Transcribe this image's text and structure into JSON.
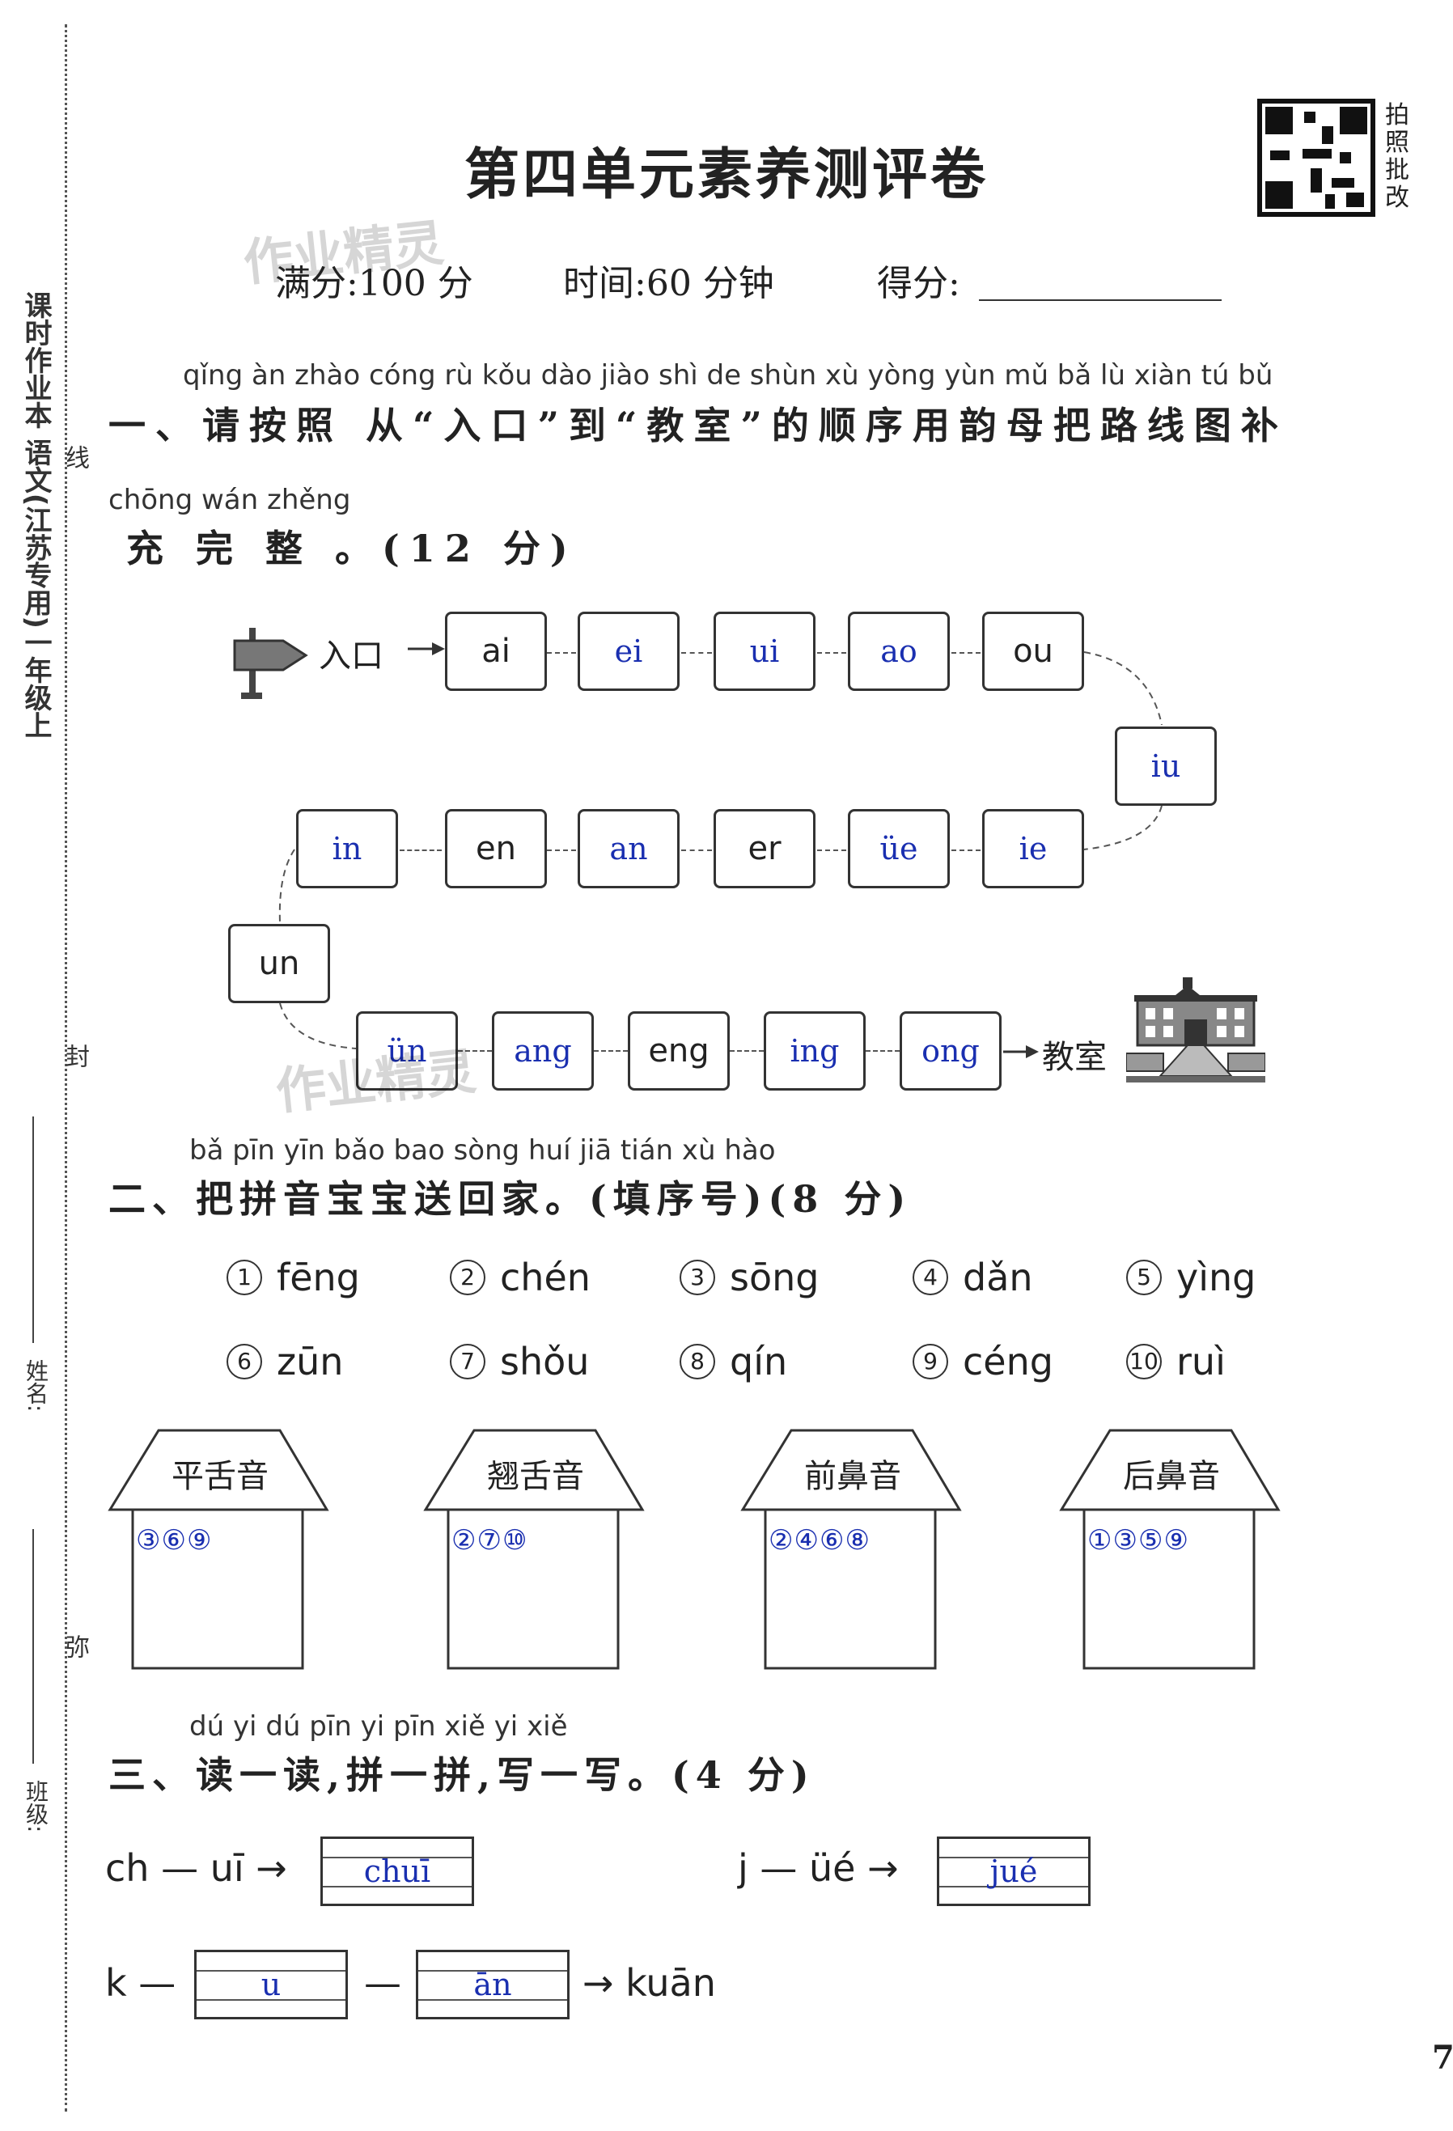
{
  "page": {
    "title": "第四单元素养测评卷",
    "qr_label": "拍照批改",
    "full_marks": "满分:100 分",
    "time": "时间:60 分钟",
    "score_label": "得分:",
    "watermark": "作业精灵",
    "page_number": "7"
  },
  "binding": {
    "top_text": "课时作业本 语文(江苏专用)一年级上",
    "mark_xian": "线",
    "mark_feng": "封",
    "mark_mi": "弥",
    "name_label": "姓名:",
    "class_label": "班级:"
  },
  "q1": {
    "pinyin_line1": "qǐng àn zhào cóng   rù kǒu  dào  jiào shì   de shùn xù yòng yùn mǔ bǎ  lù xiàn tú  bǔ",
    "line1": "一、请按照 从“入口”到“教室”的顺序用韵母把路线图补",
    "pinyin_line2": "chōng wán zhěng",
    "line2": "充 完 整 。(12 分)",
    "entrance": "入口",
    "classroom": "教室",
    "boxes": [
      {
        "text": "ai",
        "answer": false
      },
      {
        "text": "ei",
        "answer": true
      },
      {
        "text": "ui",
        "answer": true
      },
      {
        "text": "ao",
        "answer": true
      },
      {
        "text": "ou",
        "answer": false
      },
      {
        "text": "iu",
        "answer": true
      },
      {
        "text": "ie",
        "answer": true
      },
      {
        "text": "üe",
        "answer": true
      },
      {
        "text": "er",
        "answer": false
      },
      {
        "text": "an",
        "answer": true
      },
      {
        "text": "en",
        "answer": false
      },
      {
        "text": "in",
        "answer": true
      },
      {
        "text": "un",
        "answer": false
      },
      {
        "text": "ün",
        "answer": true
      },
      {
        "text": "ang",
        "answer": true
      },
      {
        "text": "eng",
        "answer": false
      },
      {
        "text": "ing",
        "answer": true
      },
      {
        "text": "ong",
        "answer": true
      }
    ]
  },
  "q2": {
    "pinyin_line": "bǎ pīn yīn bǎo bao sòng huí jiā       tián xù hào",
    "line": "二、把拼音宝宝送回家。(填序号)(8 分)",
    "syllables": [
      {
        "num": "1",
        "text": "fēng"
      },
      {
        "num": "2",
        "text": "chén"
      },
      {
        "num": "3",
        "text": "sōng"
      },
      {
        "num": "4",
        "text": "dǎn"
      },
      {
        "num": "5",
        "text": "yìng"
      },
      {
        "num": "6",
        "text": "zūn"
      },
      {
        "num": "7",
        "text": "shǒu"
      },
      {
        "num": "8",
        "text": "qín"
      },
      {
        "num": "9",
        "text": "céng"
      },
      {
        "num": "10",
        "text": "ruì"
      }
    ],
    "houses": [
      {
        "name": "平舌音",
        "answer": "③⑥⑨"
      },
      {
        "name": "翘舌音",
        "answer": "②⑦⑩"
      },
      {
        "name": "前鼻音",
        "answer": "②④⑥⑧"
      },
      {
        "name": "后鼻音",
        "answer": "①③⑤⑨"
      }
    ]
  },
  "q3": {
    "pinyin_line": "dú  yi  dú    pīn  yi  pīn    xiě  yi  xiě",
    "line": "三、读一读,拼一拼,写一写。(4 分)",
    "ex1_left": "ch — uī →",
    "ex1_answer": "chuī",
    "ex2_left": "j — üé →",
    "ex2_answer": "jué",
    "ex3_start": "k —",
    "ex3_box1": "u",
    "ex3_dash": "—",
    "ex3_box2": "ān",
    "ex3_end": "→ kuān"
  }
}
